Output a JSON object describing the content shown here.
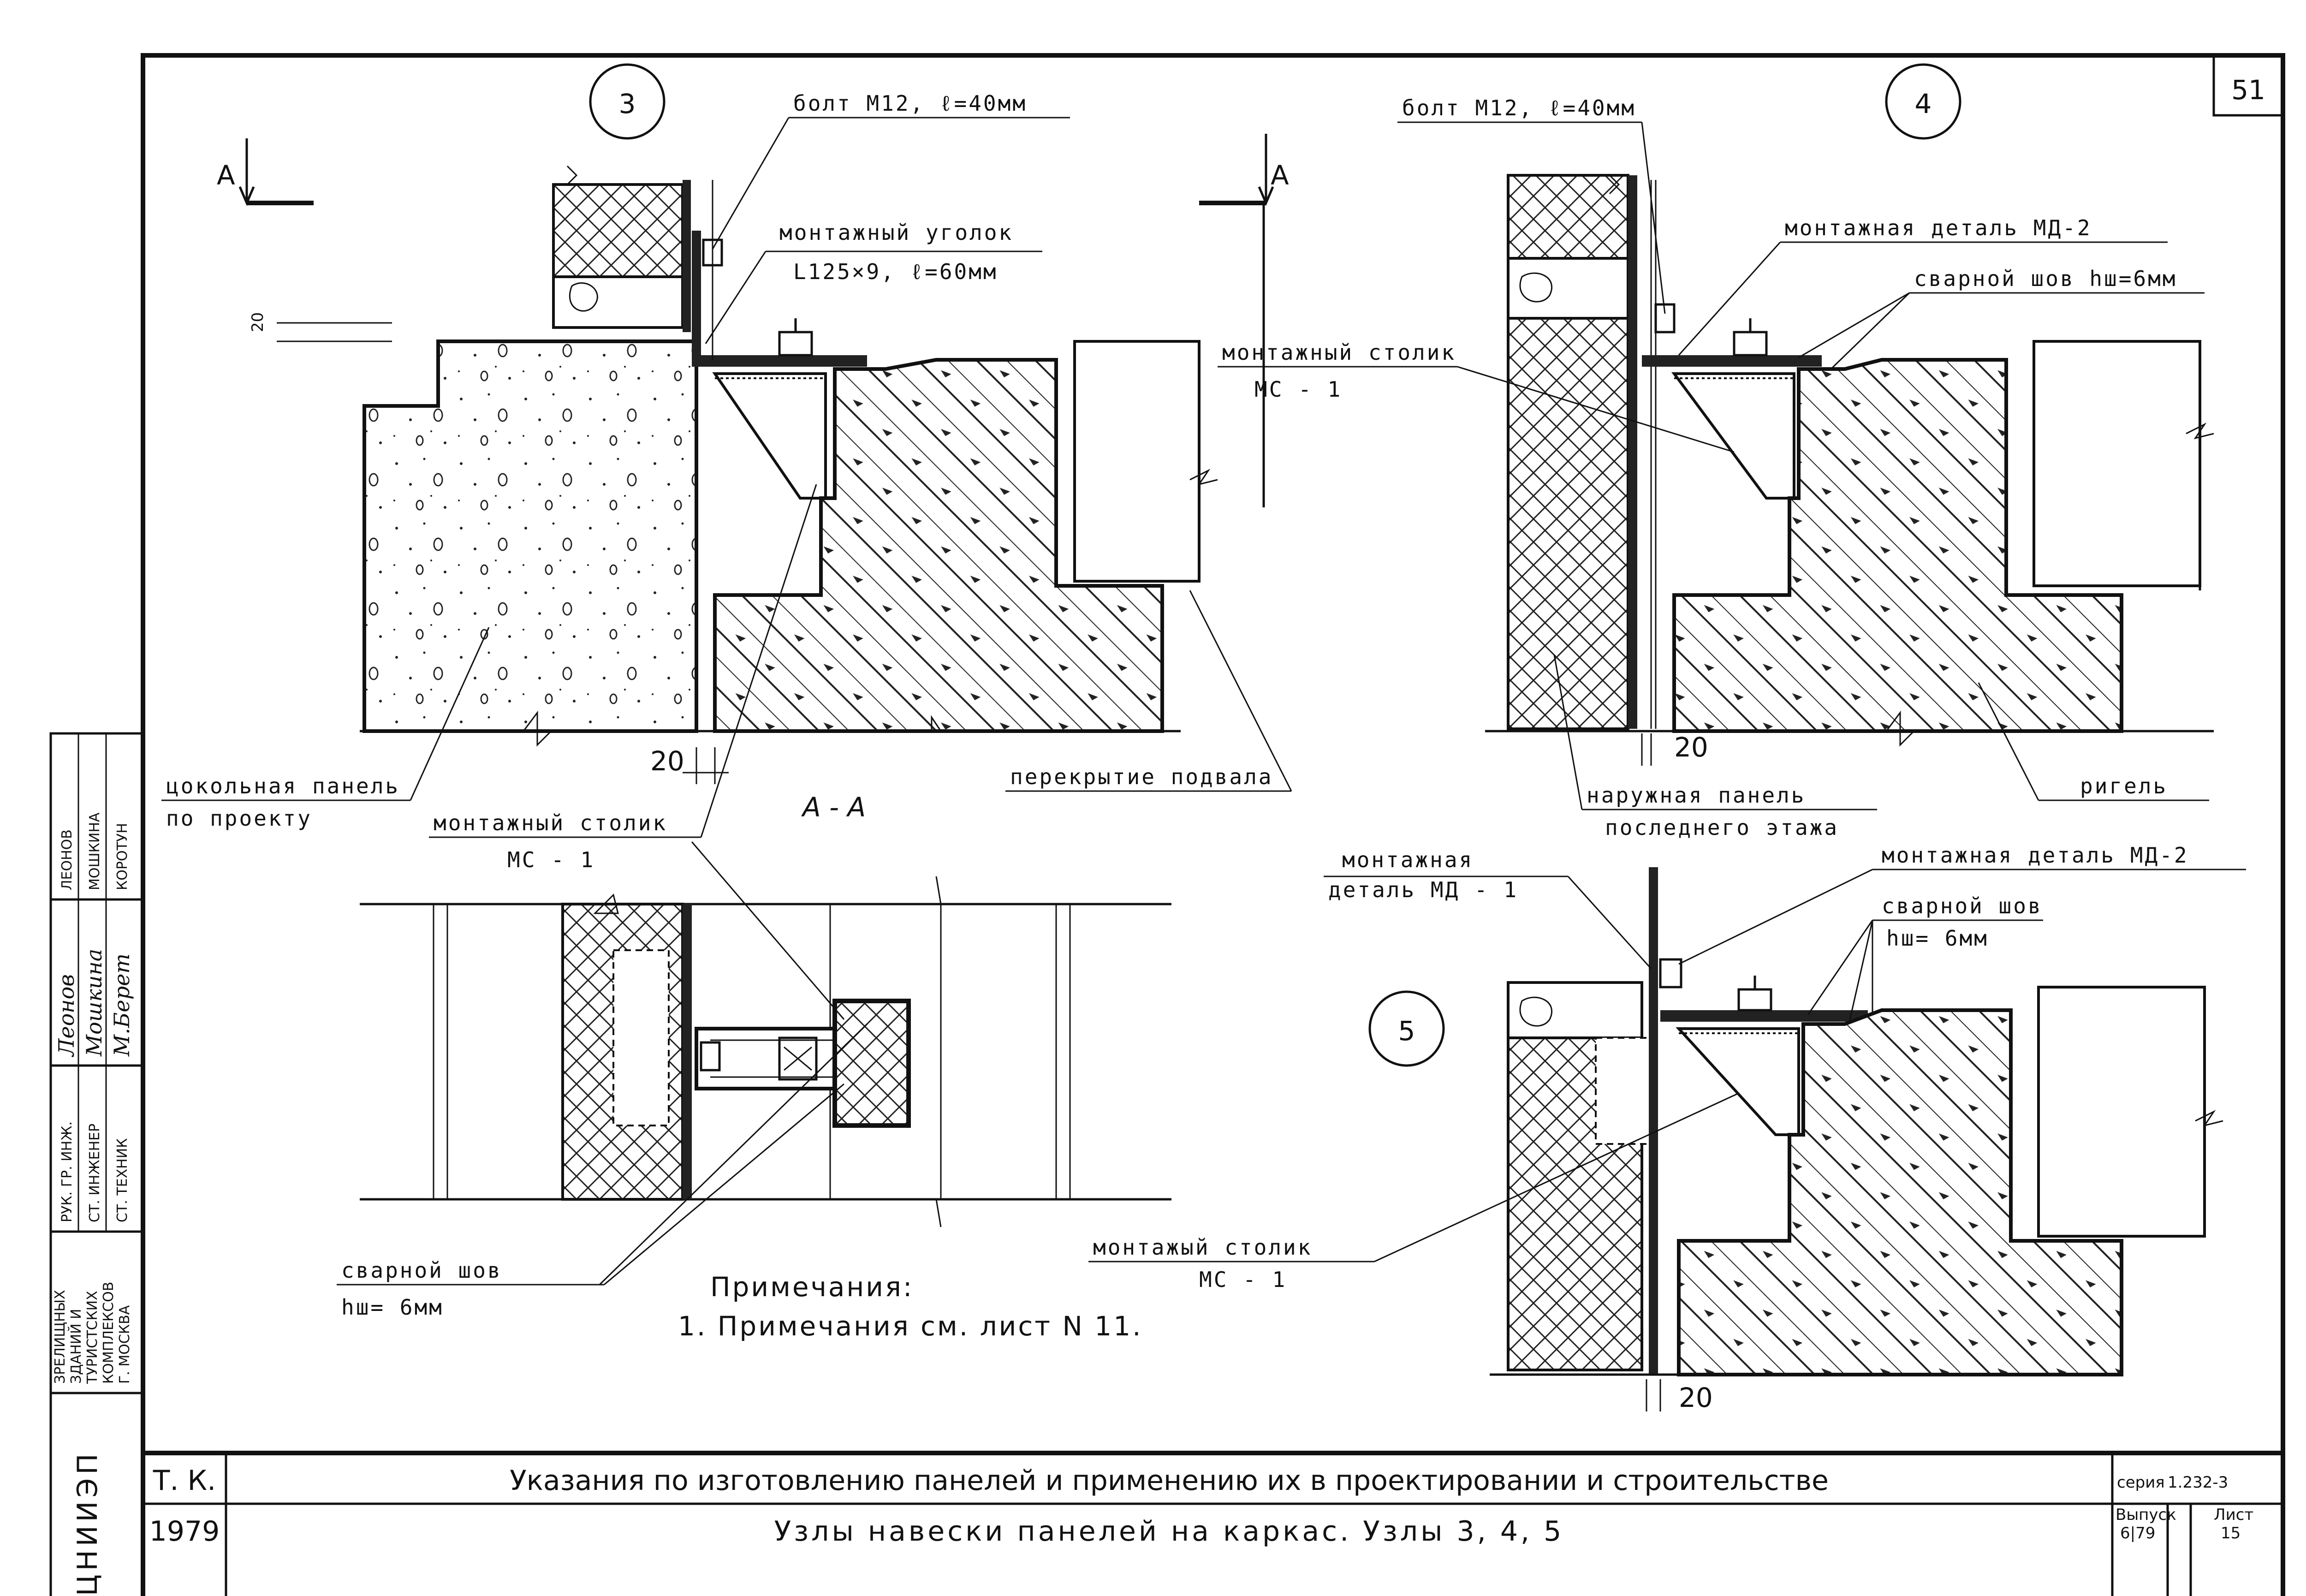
{
  "sheet_number": "51",
  "nodes": {
    "n3": "3",
    "n4": "4",
    "n5": "5"
  },
  "section": {
    "marker": "А",
    "label": "А - А"
  },
  "labels": {
    "bolt3": "болт М12, ℓ=40мм",
    "angle_a": "монтажный уголок",
    "angle_b": "L125×9, ℓ=60мм",
    "dim20_top": "20",
    "table3_a": "монтажный столик",
    "table3_b": "МС - 1",
    "socle_a": "цокольная панель",
    "socle_b": "по проекту",
    "dim20_3": "20",
    "slab": "перекрытие подвала",
    "bolt4": "болт М12, ℓ=40мм",
    "md2_4": "монтажная деталь МД-2",
    "weld4": "сварной шов hш=6мм",
    "table4_a": "монтажный столик",
    "table4_b": "МС - 1",
    "dim20_4": "20",
    "outer_a": "наружная панель",
    "outer_b": "последнего этажа",
    "girder": "ригель",
    "md1_a": "монтажная",
    "md1_b": "деталь МД - 1",
    "md2_5": "монтажная деталь МД-2",
    "weld5_a": "сварной шов",
    "weld5_b": "hш= 6мм",
    "table5_a": "монтажый столик",
    "table5_b": "МС - 1",
    "dim20_5": "20",
    "weldAA_a": "сварной шов",
    "weldAA_b": "hш= 6мм",
    "notes_title": "Примечания:",
    "notes_1": "1. Примечания см. лист N 11."
  },
  "title_block": {
    "tk": "Т. К.",
    "year": "1979",
    "title_main": "Указания по изготовлению панелей и применению их в проектировании и строительстве",
    "title_sub": "Узлы навески панелей на каркас. Узлы 3, 4, 5",
    "series_label": "серия",
    "series_value": "1.232-3",
    "issue_label": "Выпуск",
    "issue_value": "6|79",
    "sheet_label": "Лист",
    "sheet_value": "15"
  },
  "stamp": {
    "org": "ЦНИИЭП",
    "org_full": [
      "ЗРЕЛИЩНЫХ",
      "ЗДАНИЙ И",
      "ТУРИСТСКИХ",
      "КОМПЛЕКСОВ",
      "Г. МОСКВА"
    ],
    "roles": [
      "РУК. ГР. ИНЖ.",
      "СТ. ИНЖЕНЕР",
      "СТ. ТЕХНИК"
    ],
    "names": [
      "ЛЕОНОВ",
      "МОШКИНА",
      "КОРОТУН"
    ],
    "signatures": [
      "Леонов",
      "Мошкина",
      "М.Берет"
    ]
  }
}
